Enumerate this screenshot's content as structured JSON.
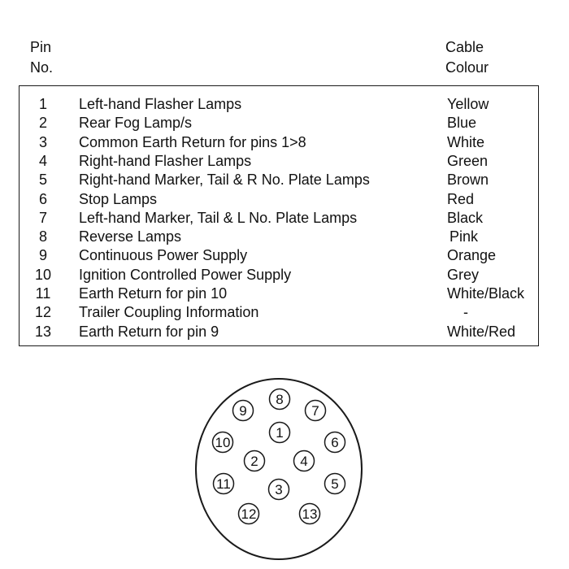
{
  "header": {
    "pin_col": "Pin\nNo.",
    "cable_col": "Cable\nColour"
  },
  "rows": [
    {
      "pin": "1",
      "function": "Left-hand Flasher Lamps",
      "colour": "Yellow"
    },
    {
      "pin": "2",
      "function": "Rear Fog Lamp/s",
      "colour": "Blue"
    },
    {
      "pin": "3",
      "function": "Common Earth Return for pins 1>8",
      "colour": "White"
    },
    {
      "pin": "4",
      "function": "Right-hand Flasher Lamps",
      "colour": "Green"
    },
    {
      "pin": "5",
      "function": "Right-hand Marker, Tail & R No. Plate Lamps",
      "colour": "Brown"
    },
    {
      "pin": "6",
      "function": "Stop Lamps",
      "colour": "Red"
    },
    {
      "pin": "7",
      "function": "Left-hand Marker, Tail & L No. Plate Lamps",
      "colour": "Black"
    },
    {
      "pin": "8",
      "function": "Reverse Lamps",
      "colour": "Pink"
    },
    {
      "pin": "9",
      "function": "Continuous Power Supply",
      "colour": "Orange"
    },
    {
      "pin": "10",
      "function": "Ignition Controlled Power Supply",
      "colour": "Grey"
    },
    {
      "pin": "11",
      "function": "Earth Return for pin 10",
      "colour": "White/Black"
    },
    {
      "pin": "12",
      "function": "Trailer Coupling Information",
      "colour": "-"
    },
    {
      "pin": "13",
      "function": "Earth Return for pin 9",
      "colour": "White/Red"
    }
  ],
  "connector": {
    "pins": [
      "1",
      "2",
      "3",
      "4",
      "5",
      "6",
      "7",
      "8",
      "9",
      "10",
      "11",
      "12",
      "13"
    ]
  }
}
